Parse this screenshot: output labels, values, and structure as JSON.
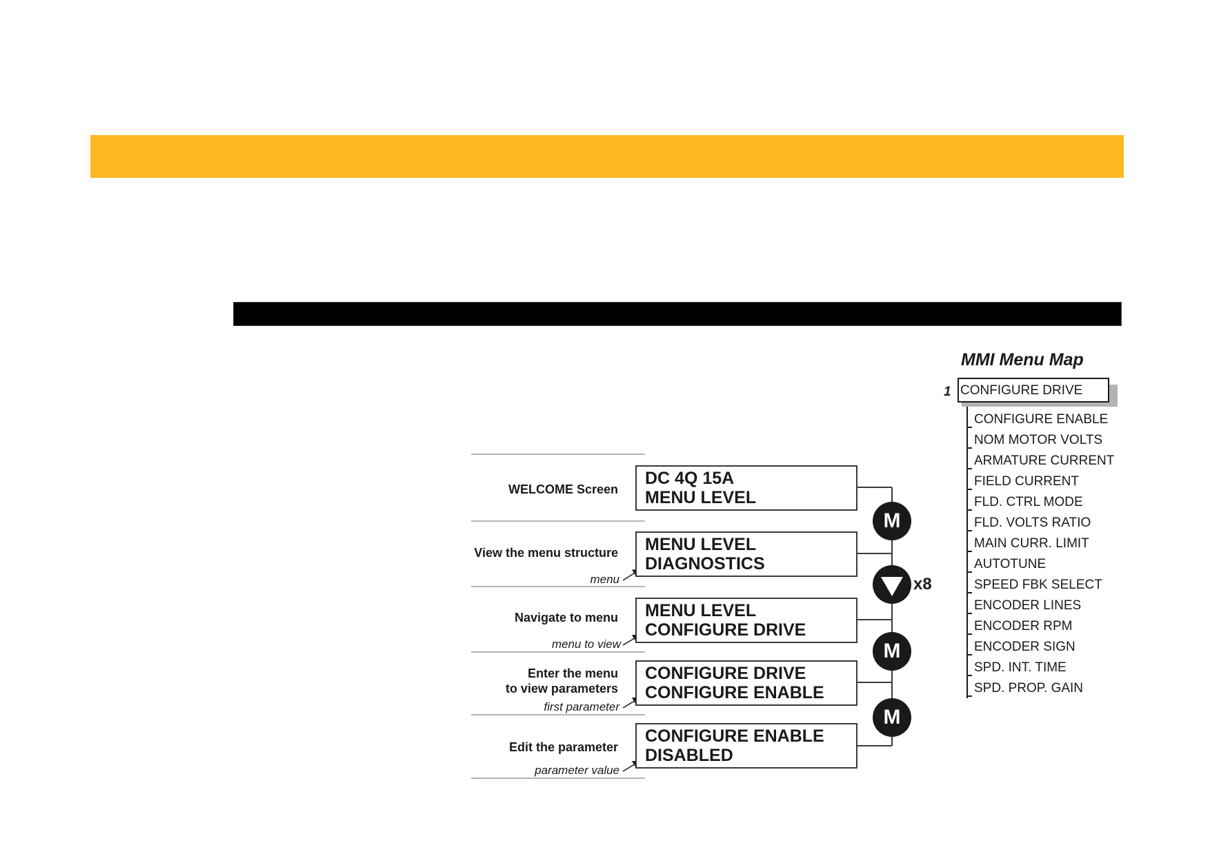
{
  "diagram": {
    "steps": [
      {
        "label": "WELCOME Screen",
        "hint": "",
        "display": [
          "DC 4Q 15A",
          "MENU LEVEL"
        ]
      },
      {
        "label": "View the menu structure",
        "hint": "menu",
        "display": [
          "MENU LEVEL",
          "DIAGNOSTICS"
        ]
      },
      {
        "label": "Navigate to menu",
        "hint": "menu to view",
        "display": [
          "MENU LEVEL",
          "CONFIGURE DRIVE"
        ]
      },
      {
        "label": "Enter the menu\nto view parameters",
        "label_line1": "Enter the menu",
        "label_line2": "to view parameters",
        "hint": "first parameter",
        "display": [
          "CONFIGURE DRIVE",
          "CONFIGURE ENABLE"
        ]
      },
      {
        "label": "Edit the parameter",
        "hint": "parameter value",
        "display": [
          "CONFIGURE ENABLE",
          "DISABLED"
        ]
      }
    ],
    "keys": [
      {
        "icon": "m-key-icon",
        "text": "M"
      },
      {
        "icon": "down-arrow-key-icon",
        "text": "",
        "count": "x8"
      },
      {
        "icon": "m-key-icon",
        "text": "M"
      },
      {
        "icon": "m-key-icon",
        "text": "M"
      }
    ]
  },
  "menu_map": {
    "title": "MMI Menu Map",
    "level_number": "1",
    "root": "CONFIGURE DRIVE",
    "items": [
      "CONFIGURE ENABLE",
      "NOM MOTOR VOLTS",
      "ARMATURE CURRENT",
      "FIELD CURRENT",
      "FLD. CTRL MODE",
      "FLD. VOLTS RATIO",
      "MAIN CURR. LIMIT",
      "AUTOTUNE",
      "SPEED FBK SELECT",
      "ENCODER LINES",
      "ENCODER RPM",
      "ENCODER SIGN",
      "SPD. INT. TIME",
      "SPD. PROP. GAIN"
    ]
  },
  "colors": {
    "header_band": "#FDB922",
    "section_bar": "#000000",
    "key_fill": "#1a1a1a"
  }
}
